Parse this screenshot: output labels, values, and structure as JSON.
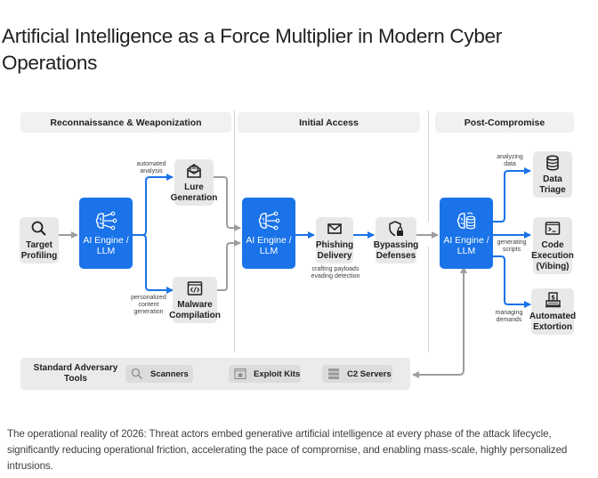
{
  "title": "Artificial Intelligence as a Force Multiplier in Modern Cyber Operations",
  "phases": [
    {
      "label": "Reconnaissance & Weaponization"
    },
    {
      "label": "Initial Access"
    },
    {
      "label": "Post-Compromise"
    }
  ],
  "nodes": {
    "target_profiling": {
      "label": "Target Profiling",
      "icon": "search-icon"
    },
    "engine_1": {
      "label": "AI Engine / LLM",
      "icon": "brain-network-icon"
    },
    "lure_generation": {
      "label": "Lure Generation",
      "icon": "envelope-letter-icon"
    },
    "malware_compilation": {
      "label": "Malware Compilation",
      "icon": "code-window-icon"
    },
    "engine_2": {
      "label": "AI Engine / LLM",
      "icon": "brain-network-icon"
    },
    "phishing_delivery": {
      "label": "Phishing Delivery",
      "icon": "mail-icon"
    },
    "bypassing_defenses": {
      "label": "Bypassing Defenses",
      "icon": "shield-lock-icon"
    },
    "engine_3": {
      "label": "AI Engine / LLM",
      "icon": "brain-database-icon"
    },
    "data_triage": {
      "label": "Data Triage",
      "icon": "database-icon"
    },
    "code_execution": {
      "label": "Code Execution (Vibing)",
      "icon": "terminal-icon"
    },
    "automated_extortion": {
      "label": "Automated Extortion",
      "icon": "ransom-printer-icon"
    }
  },
  "edge_notes": {
    "automated_analysis": "automated analysis",
    "personalized_content": "personalized content generation",
    "crafting_payloads": "crafting payloads evading detection",
    "analyzing_data": "analyzing data",
    "generating_scripts": "generating scripts",
    "managing_demands": "managing demands"
  },
  "tools": {
    "label": "Standard Adversary Tools",
    "items": [
      {
        "label": "Scanners",
        "icon": "search-icon"
      },
      {
        "label": "Exploit Kits",
        "icon": "bug-window-icon"
      },
      {
        "label": "C2 Servers",
        "icon": "server-icon"
      }
    ]
  },
  "caption": "The operational reality of 2026: Threat actors embed generative artificial intelligence at every phase of the attack lifecycle, significantly reducing operational friction, accelerating the pace of compromise, and enabling mass-scale, highly personalized intrusions.",
  "colors": {
    "accent": "#1a73e8",
    "node_bg": "#e8e8e8",
    "header_bg": "#f1f1f1",
    "connector_gray": "#9e9e9e"
  }
}
